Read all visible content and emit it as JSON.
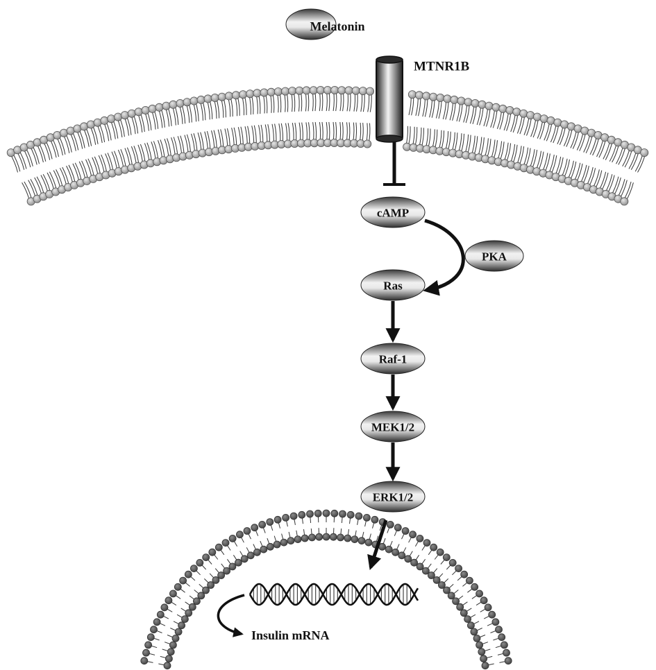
{
  "labels": {
    "ligand": "Melatonin",
    "receptor": "MTNR1B",
    "camp": "cAMP",
    "pka": "PKA",
    "ras": "Ras",
    "raf": "Raf-1",
    "mek": "MEK1/2",
    "erk": "ERK1/2",
    "product": "Insulin mRNA"
  },
  "colors": {
    "ink": "#111111",
    "node_dark": "#3a3a3a",
    "node_light": "#f2f2f2",
    "lipid_head": "#a8a8a8",
    "nuclear_head": "#5a5a5a"
  },
  "icons": {
    "membrane": "lipid-bilayer-icon",
    "nucleus": "nuclear-envelope-icon",
    "dna": "dna-helix-icon"
  }
}
